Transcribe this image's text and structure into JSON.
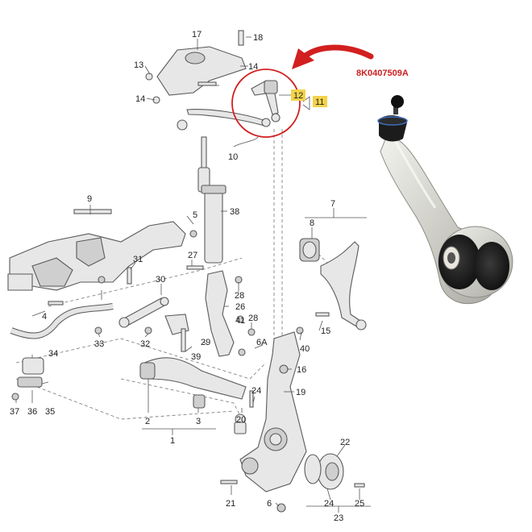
{
  "part_code": "8K0407509A",
  "highlight_color": "#d21f1f",
  "label_box_color": "#f3d34a",
  "callouts": {
    "n1": "1",
    "n2": "2",
    "n3": "3",
    "n4": "4",
    "n5": "5",
    "n6": "6",
    "n6a": "6A",
    "n7": "7",
    "n8": "8",
    "n9": "9",
    "n10": "10",
    "n11": "11",
    "n12": "12",
    "n13": "13",
    "n14a": "14",
    "n14b": "14",
    "n15": "15",
    "n16": "16",
    "n17": "17",
    "n18": "18",
    "n19": "19",
    "n20": "20",
    "n21": "21",
    "n22": "22",
    "n23": "23",
    "n24": "24",
    "n25": "25",
    "n26": "26",
    "n27": "27",
    "n28a": "28",
    "n28b": "28",
    "n29": "29",
    "n30": "30",
    "n31": "31",
    "n32": "32",
    "n33": "33",
    "n34": "34",
    "n35": "35",
    "n36": "36",
    "n37": "37",
    "n38": "38",
    "n39": "39",
    "n40": "40",
    "n41": "41"
  }
}
